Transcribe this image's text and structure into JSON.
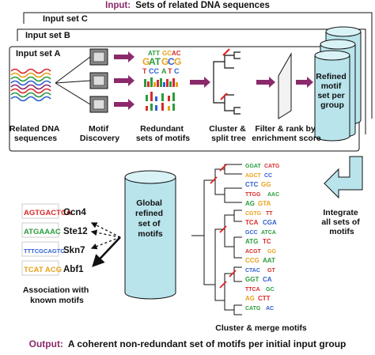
{
  "header": {
    "input_prefix": "Input:",
    "input_text": "Sets of related DNA sequences"
  },
  "panels": {
    "set_c": "Input set C",
    "set_b": "Input set B",
    "set_a": "Input set A"
  },
  "pipeline": {
    "related_dna": [
      "Related DNA",
      "sequences"
    ],
    "motif_discovery": [
      "Motif",
      "Discovery"
    ],
    "redundant_sets": [
      "Redundant",
      "sets of motifs"
    ],
    "cluster_split": [
      "Cluster &",
      "split tree"
    ],
    "filter_rank": [
      "Filter & rank by",
      "enrichment score"
    ],
    "refined_group": [
      "Refined",
      "motif",
      "set per",
      "group"
    ]
  },
  "lower": {
    "integrate": [
      "Integrate",
      "all sets of",
      "motifs"
    ],
    "global_refined": [
      "Global",
      "refined",
      "set of",
      "motifs"
    ],
    "cluster_merge": "Cluster & merge motifs",
    "association": [
      "Association with",
      "known motifs"
    ]
  },
  "known_motifs": [
    {
      "logo": "AGTGACTCA",
      "name": "Gcn4"
    },
    {
      "logo": "ATGAAAC",
      "name": "Ste12"
    },
    {
      "logo": "TTTCGCAGTC",
      "name": "Skn7"
    },
    {
      "logo": "TCAT ACG",
      "name": "Abf1"
    }
  ],
  "footer": {
    "output_prefix": "Output:",
    "output_text": "A coherent non-redundant set of motifs per initial input group"
  },
  "colors": {
    "accent": "#8b2a6b",
    "arrow": "#8b2a6b",
    "cylinder": "#b9e4ec",
    "integrate_arrow": "#b9e4ec",
    "tree_cut": "#e02020"
  }
}
